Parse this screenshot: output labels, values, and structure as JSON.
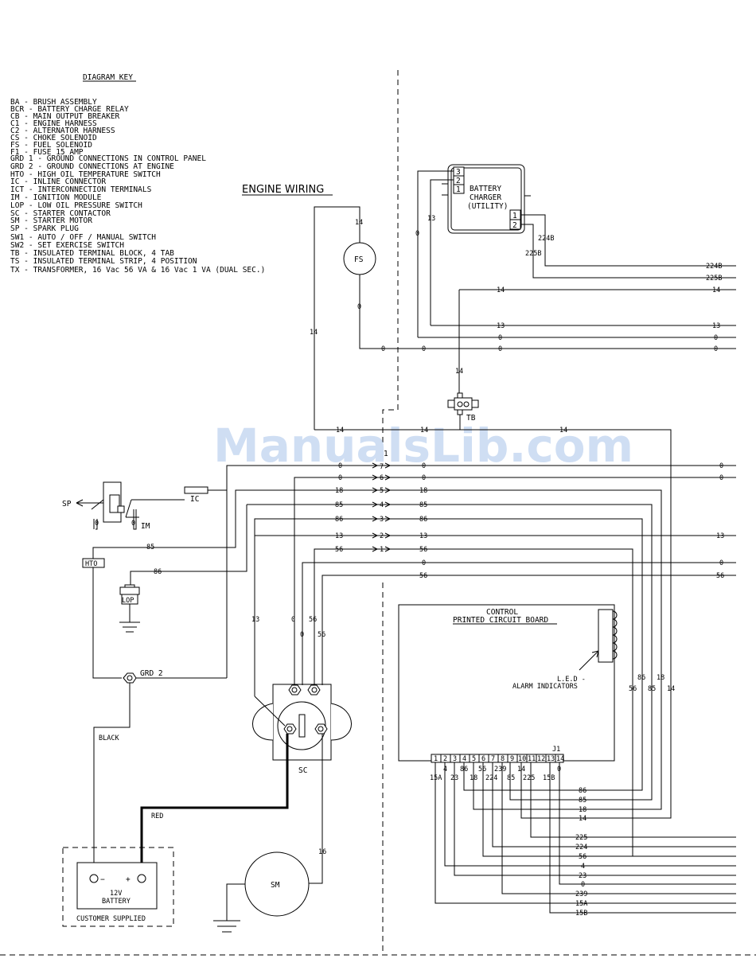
{
  "key": {
    "title": "DIAGRAM KEY",
    "items": [
      "BA  - BRUSH ASSEMBLY",
      "BCR - BATTERY CHARGE RELAY",
      "CB  - MAIN OUTPUT BREAKER",
      "C1  - ENGINE HARNESS",
      "C2  - ALTERNATOR HARNESS",
      "CS  - CHOKE SOLENOID",
      "FS  - FUEL SOLENOID",
      "F1  - FUSE 15 AMP",
      "GRD 1 - GROUND CONNECTIONS IN CONTROL PANEL",
      "GRD 2 - GROUND CONNECTIONS AT ENGINE",
      "HTO - HIGH OIL TEMPERATURE SWITCH",
      "IC  - INLINE CONNECTOR",
      "ICT - INTERCONNECTION TERMINALS",
      "IM - IGNITION MODULE",
      "LOP - LOW OIL PRESSURE SWITCH",
      "SC - STARTER CONTACTOR",
      "SM  - STARTER MOTOR",
      "SP - SPARK PLUG",
      "SW1 - AUTO / OFF / MANUAL SWITCH",
      "SW2 - SET EXERCISE SWITCH",
      "TB  - INSULATED TERMINAL BLOCK, 4 TAB",
      "TS  - INSULATED TERMINAL STRIP, 4 POSITION",
      "TX - TRANSFORMER, 16 Vac 56 VA & 16 Vac 1 VA (DUAL SEC.)"
    ]
  },
  "section_title": "ENGINE WIRING",
  "watermark": "ManualsLib.com",
  "charger": {
    "line1": "BATTERY",
    "line2": "CHARGER",
    "line3": "(UTILITY)",
    "pins_left": [
      "3",
      "2",
      "1"
    ],
    "pins_right": [
      "1",
      "2"
    ]
  },
  "components": {
    "fs": "FS",
    "tb": "TB",
    "ic": "IC",
    "sp": "SP",
    "im": "IM",
    "hto": "HTO",
    "lop": "LOP",
    "grd2": "GRD 2",
    "sc": "SC",
    "sm": "SM",
    "black": "BLACK",
    "red": "RED",
    "battery_minus": "−",
    "battery_plus": "+",
    "battery_line1": "12V",
    "battery_line2": "BATTERY",
    "customer": "CUSTOMER SUPPLIED"
  },
  "connector": {
    "label": "1",
    "pins": [
      "7",
      "6",
      "5",
      "4",
      "3",
      "2",
      "1"
    ]
  },
  "board": {
    "line1": "CONTROL",
    "line2": "PRINTED CIRCUIT BOARD",
    "led1": "L.E.D -",
    "led2": "ALARM INDICATORS",
    "j1": "J1",
    "pins": [
      "1",
      "2",
      "3",
      "4",
      "5",
      "6",
      "7",
      "8",
      "9",
      "10",
      "11",
      "12",
      "13",
      "14"
    ],
    "pin_wires_upper": [
      "4",
      "86",
      "56",
      "239",
      "14",
      "0"
    ],
    "pin_wires_lower": [
      "15A",
      "23",
      "18",
      "224",
      "85",
      "225",
      "15B"
    ]
  },
  "wires": {
    "w14": "14",
    "w0": "0",
    "w13": "13",
    "w18": "18",
    "w85": "85",
    "w86": "86",
    "w56": "56",
    "w16": "16",
    "w224B": "224B",
    "w225B": "225B",
    "w225": "225",
    "w224": "224",
    "w4": "4",
    "w23": "23",
    "w239": "239",
    "w15A": "15A",
    "w15B": "15B"
  }
}
